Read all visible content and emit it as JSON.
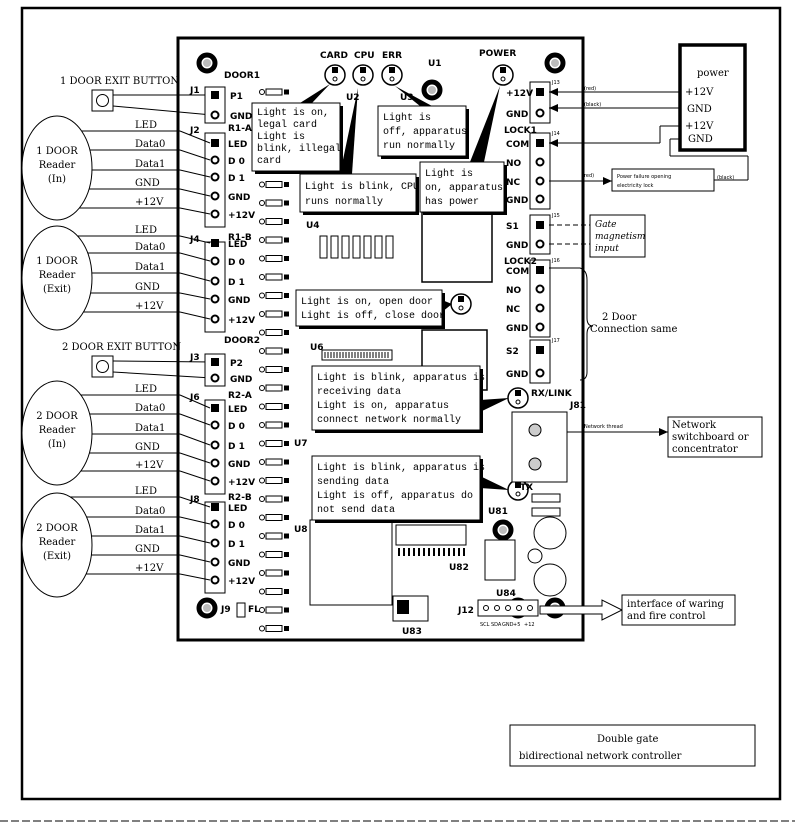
{
  "title": {
    "line1": "Double gate",
    "line2": "bidirectional network controller"
  },
  "left": {
    "door1_exit_button": "1 DOOR EXIT BUTTON",
    "door2_exit_button": "2 DOOR EXIT BUTTON",
    "readers": [
      {
        "name": [
          "1 DOOR",
          "Reader",
          "(In)"
        ],
        "wires": [
          "LED",
          "Data0",
          "Data1",
          "GND",
          "+12V"
        ]
      },
      {
        "name": [
          "1 DOOR",
          "Reader",
          "(Exit)"
        ],
        "wires": [
          "LED",
          "Data0",
          "Data1",
          "GND",
          "+12V"
        ]
      },
      {
        "name": [
          "2 DOOR",
          "Reader",
          "(In)"
        ],
        "wires": [
          "LED",
          "Data0",
          "Data1",
          "GND",
          "+12V"
        ]
      },
      {
        "name": [
          "2 DOOR",
          "Reader",
          "(Exit)"
        ],
        "wires": [
          "LED",
          "Data0",
          "Data1",
          "GND",
          "+12V"
        ]
      }
    ]
  },
  "board": {
    "door1": {
      "header": "DOOR1",
      "conn": "J1",
      "pins": [
        "P1",
        "GND"
      ]
    },
    "door2": {
      "header": "DOOR2",
      "conn": "J3",
      "pins": [
        "P2",
        "GND"
      ]
    },
    "reader_ports": [
      {
        "conn": "J2",
        "header": "R1-A",
        "pins": [
          "LED",
          "D 0",
          "D 1",
          "GND",
          "+12V"
        ]
      },
      {
        "conn": "J4",
        "header": "R1-B",
        "pins": [
          "LED",
          "D 0",
          "D 1",
          "GND",
          "+12V"
        ]
      },
      {
        "conn": "J6",
        "header": "R2-A",
        "pins": [
          "LED",
          "D 0",
          "D 1",
          "GND",
          "+12V"
        ]
      },
      {
        "conn": "J8",
        "header": "R2-B",
        "pins": [
          "LED",
          "D 0",
          "D 1",
          "GND",
          "+12V"
        ]
      }
    ],
    "fl": {
      "conn": "J9",
      "label": "FL"
    },
    "leds": {
      "card": "CARD",
      "cpu": "CPU",
      "err": "ERR",
      "power": "POWER",
      "u1": "U1",
      "rx": "RX/LINK",
      "tx": "TX"
    },
    "power_conn": {
      "conn": "J13",
      "pins": [
        "+12V",
        "GND"
      ]
    },
    "lock1": {
      "header": "LOCK1",
      "conn": "J14",
      "pins": [
        "COM",
        "NO",
        "NC",
        "GND"
      ]
    },
    "sensor1": {
      "conn": "J15",
      "pins": [
        "S1",
        "GND"
      ]
    },
    "lock2": {
      "header": "LOCK2",
      "conn": "J16",
      "pins": [
        "COM",
        "NO",
        "NC",
        "GND"
      ]
    },
    "sensor2": {
      "conn": "J17",
      "pins": [
        "S2",
        "GND"
      ]
    },
    "chips": [
      "U4",
      "U6",
      "U7",
      "U8",
      "U81",
      "U82",
      "U83",
      "U84",
      "U2",
      "U3",
      "J12",
      "J81"
    ],
    "j12_pins": [
      "SCL",
      "SDA",
      "GND",
      "+5",
      "+12"
    ]
  },
  "callouts": {
    "card": [
      "Light is on,",
      "legal card",
      "Light is",
      "blink, illegal",
      "card"
    ],
    "cpu": [
      "Light is blink, CPU",
      "runs normally"
    ],
    "err": [
      "Light is",
      "off, apparatus",
      "run normally"
    ],
    "power": [
      "Light is",
      "on, apparatus",
      "has power"
    ],
    "door": [
      "Light is on,  open door",
      "Light is off, close door"
    ],
    "rx": [
      "Light is blink, apparatus is",
      "receiving data",
      "Light is on, apparatus",
      "connect network normally"
    ],
    "tx": [
      "Light is blink, apparatus is",
      "sending data",
      "Light is off, apparatus do",
      "not send data"
    ]
  },
  "right": {
    "power_box": {
      "title": "power",
      "terms": [
        "+12V",
        "GND",
        "+12V",
        "GND"
      ]
    },
    "wire_red": "(red)",
    "wire_black": "(black)",
    "lock_box": [
      "Power failure opening",
      "electricity lock"
    ],
    "gate_box": [
      "Gate",
      "magnetism",
      "input"
    ],
    "door2_same": [
      "2 Door",
      "Connection same"
    ],
    "network_thread": "Network thread",
    "network_box": [
      "Network",
      "switchboard or",
      "concentrator"
    ],
    "interface_box": [
      "interface of waring",
      "and fire control"
    ]
  }
}
